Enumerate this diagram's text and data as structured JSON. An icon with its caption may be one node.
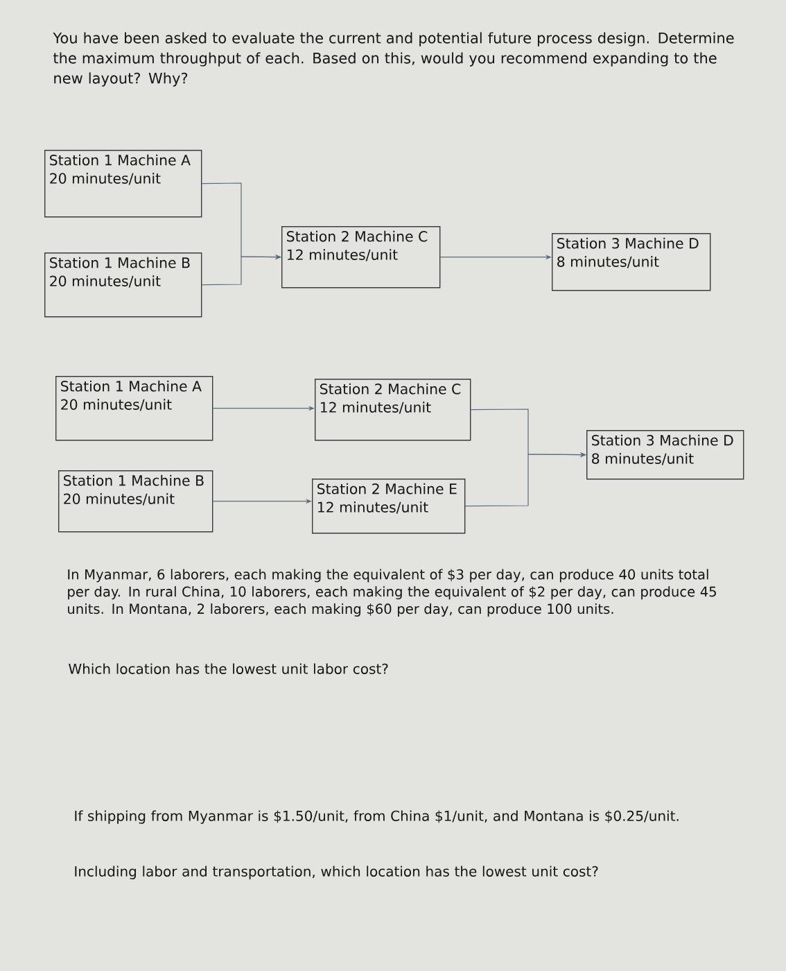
{
  "diagram": {
    "nodes": [
      {
        "text": [
          "Station 1 Machine A",
          "20 minutes/unit"
        ]
      },
      {
        "text": [
          "Station 1 Machine B",
          "20 minutes/unit"
        ]
      },
      {
        "text": [
          "Station 2 Machine C",
          "12 minutes/unit"
        ]
      },
      {
        "text": [
          "Station 3 Machine D",
          "8 minutes/unit"
        ]
      },
      {
        "text": [
          "Station 1 Machine A",
          "20 minutes/unit"
        ]
      },
      {
        "text": [
          "Station 1 Machine B",
          "20 minutes/unit"
        ]
      },
      {
        "text": [
          "Station 2 Machine C",
          "12 minutes/unit"
        ]
      },
      {
        "text": [
          "Station 2 Machine E",
          "12 minutes/unit"
        ]
      },
      {
        "text": [
          "Station 3 Machine D",
          "8 minutes/unit"
        ]
      }
    ],
    "edges": [
      {
        "from": 0,
        "to": 2,
        "arrow": "to"
      },
      {
        "from": 1,
        "to": 2,
        "arrow": "to"
      },
      {
        "from": 2,
        "to": 3,
        "arrow": "to"
      },
      {
        "from": 4,
        "to": 6,
        "arrow": "to"
      },
      {
        "from": 5,
        "to": 7,
        "arrow": "to"
      },
      {
        "from": 6,
        "to": 8,
        "arrow": "to"
      },
      {
        "from": 7,
        "to": 8,
        "arrow": "to"
      }
    ],
    "labels": [
      "You have been asked to evaluate the current and potential future process design. Determine the maximum throughput of each. Based on this, would you recommend expanding to the new layout? Why?",
      "In Myanmar, 6 laborers, each making the equivalent of $3 per day, can produce 40 units total per day. In rural China, 10 laborers, each making the equivalent of $2 per day, can produce 45 units. In Montana, 2 laborers, each making $60 per day, can produce 100 units.",
      "Which location has the lowest unit labor cost?",
      "If shipping from Myanmar is $1.50/unit, from China $1/unit, and Montana is $0.25/unit.",
      "Including labor and transportation, which location has the lowest unit cost?"
    ]
  }
}
